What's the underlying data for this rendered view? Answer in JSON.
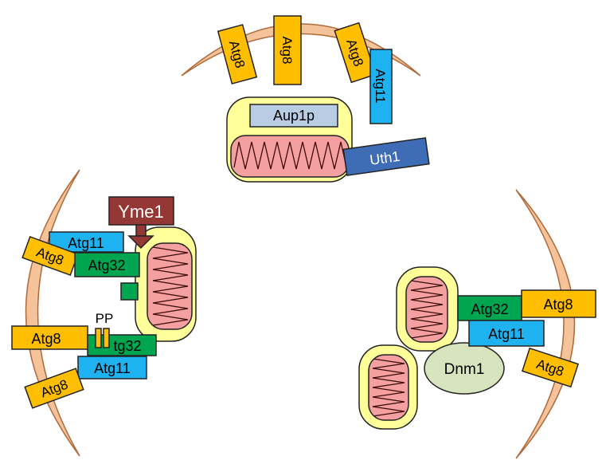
{
  "colors": {
    "membrane_fill": "#f5c39a",
    "membrane_stroke": "#b06a3a",
    "atg8": "#ffbf00",
    "atg11": "#1fb2f0",
    "atg32": "#00a550",
    "aup1p": "#b8cce4",
    "uth1": "#3e6db5",
    "yme1": "#953735",
    "dnm1": "#d7e4bd",
    "mito_outer": "#ffff99",
    "mito_inner": "#f4a0a0",
    "cristae": "#3a0a0a",
    "outline": "#222222"
  },
  "labels": {
    "atg8": "Atg8",
    "atg11": "Atg11",
    "atg32": "Atg32",
    "atg32_partial": "tg32",
    "aup1p": "Aup1p",
    "uth1": "Uth1",
    "yme1": "Yme1",
    "dnm1": "Dnm1",
    "pp": "PP"
  }
}
